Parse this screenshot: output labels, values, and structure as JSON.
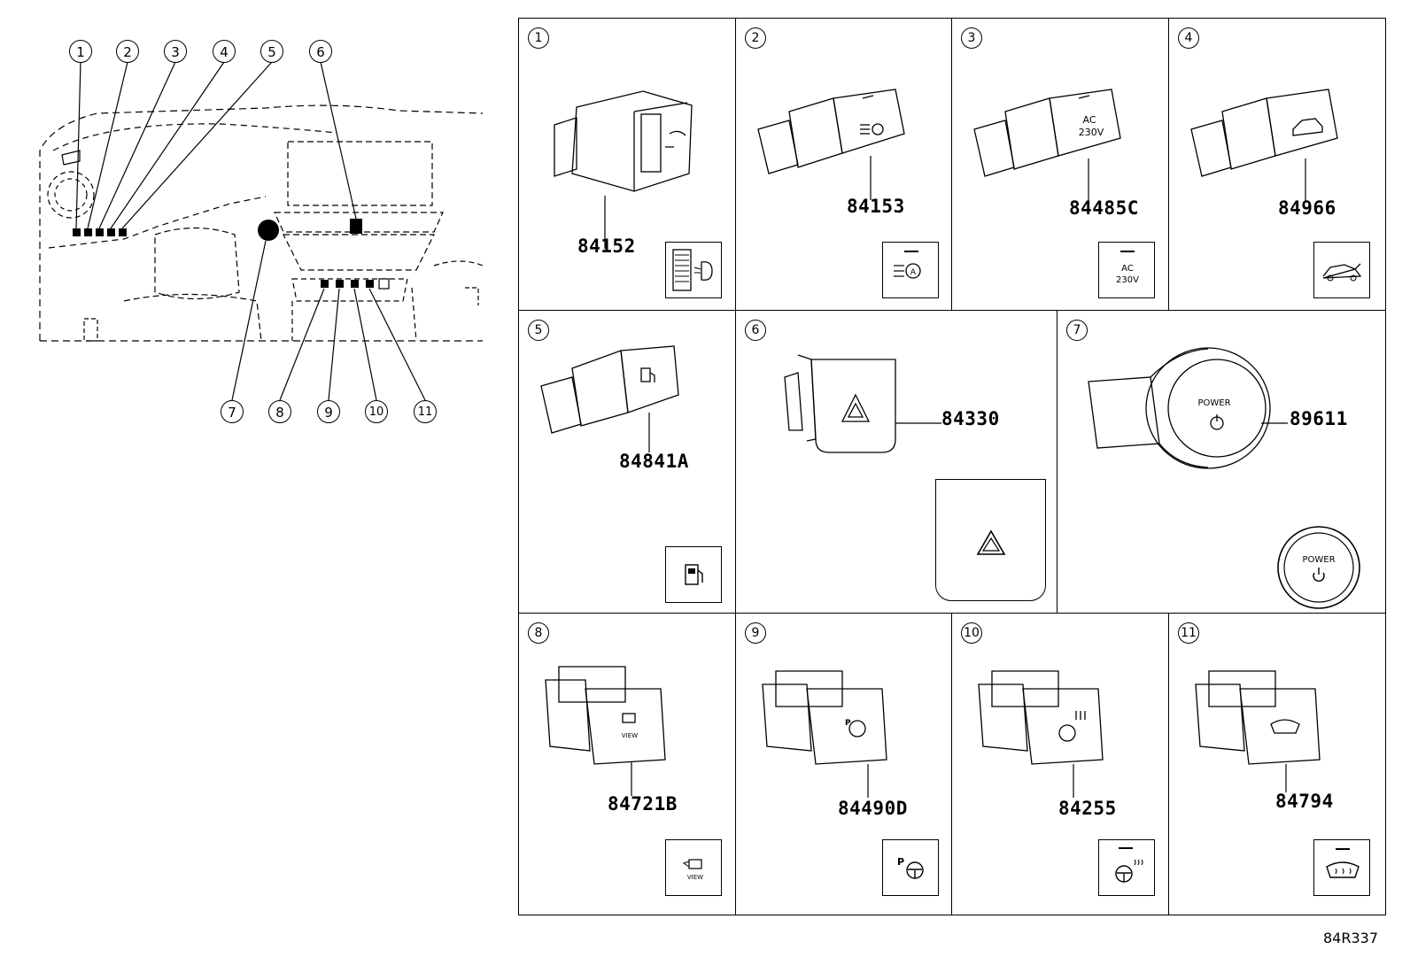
{
  "overview": {
    "top_callouts": [
      "1",
      "2",
      "3",
      "4",
      "5",
      "6"
    ],
    "bottom_callouts": [
      "7",
      "8",
      "9",
      "10",
      "11"
    ]
  },
  "cells": [
    {
      "num": "1",
      "part": "84152",
      "icon": "headlight-leveling-icon"
    },
    {
      "num": "2",
      "part": "84153",
      "icon": "auto-high-beam-icon"
    },
    {
      "num": "3",
      "part": "84485C",
      "icon": "ac-230v-outlet-icon",
      "icon_text": [
        "AC",
        "230V"
      ]
    },
    {
      "num": "4",
      "part": "84966",
      "icon": "power-back-door-icon"
    },
    {
      "num": "5",
      "part": "84841A",
      "icon": "fuel-door-icon"
    },
    {
      "num": "6",
      "part": "84330",
      "icon": "hazard-triangle-icon"
    },
    {
      "num": "7",
      "part": "89611",
      "icon": "power-button-icon",
      "icon_text": [
        "POWER"
      ]
    },
    {
      "num": "8",
      "part": "84721B",
      "icon": "camera-view-icon",
      "icon_text": [
        "VIEW"
      ]
    },
    {
      "num": "9",
      "part": "84490D",
      "icon": "parking-steering-icon",
      "icon_text": [
        "P"
      ]
    },
    {
      "num": "10",
      "part": "84255",
      "icon": "heated-steering-icon"
    },
    {
      "num": "11",
      "part": "84794",
      "icon": "windshield-deicer-icon"
    }
  ],
  "ref_code": "84R337"
}
